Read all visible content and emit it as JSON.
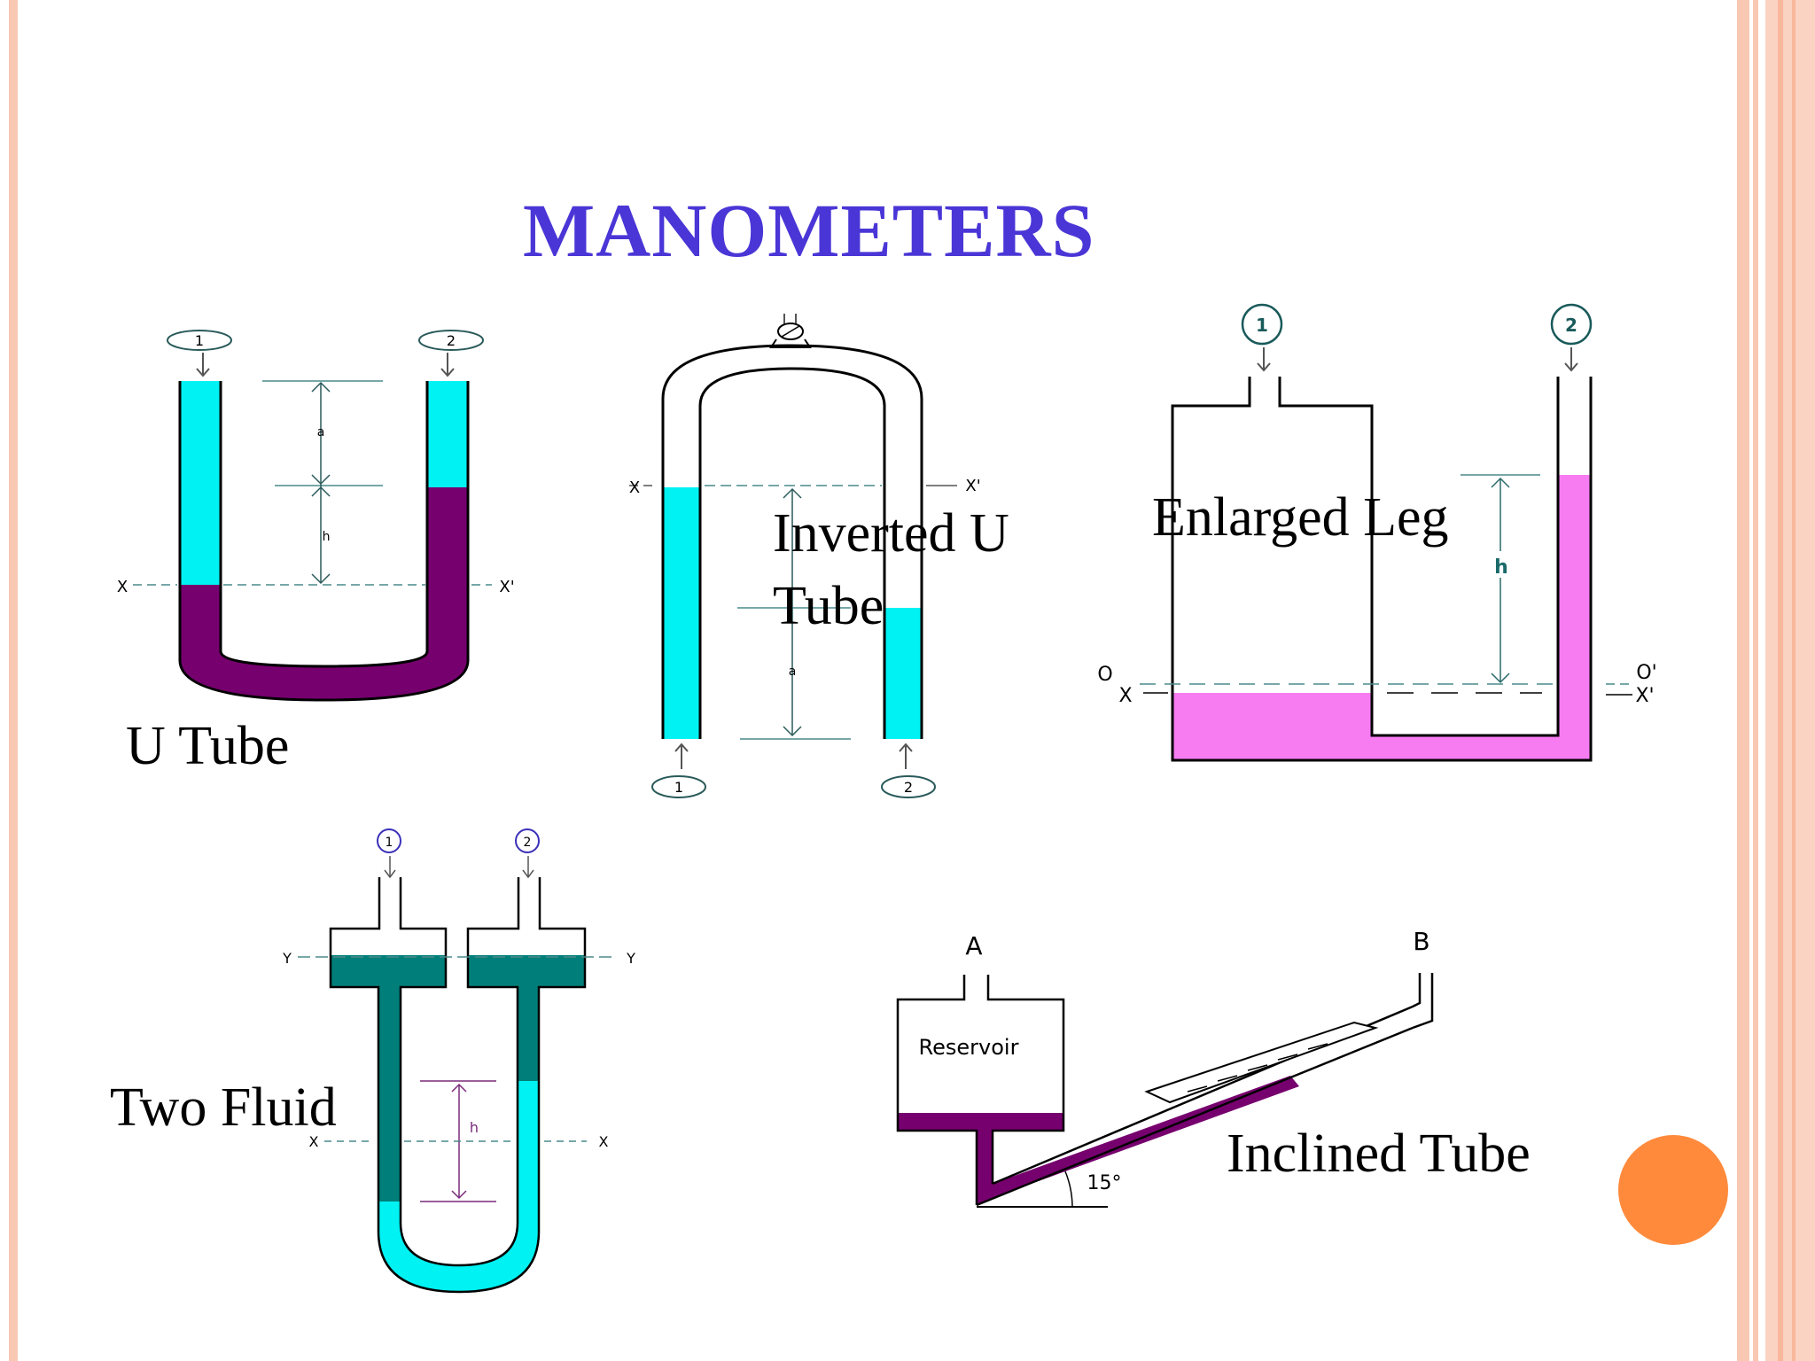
{
  "title": "MANOMETERS",
  "labels": {
    "u_tube": "U Tube",
    "inverted_line1": "Inverted  U",
    "inverted_line2": "Tube",
    "enlarged_leg": "Enlarged Leg",
    "two_fluid": "Two Fluid",
    "inclined_tube": "Inclined Tube"
  },
  "diagram_text": {
    "tap1": "1",
    "tap2": "2",
    "a": "a",
    "h": "h",
    "x": "X",
    "x_prime": "X'",
    "o": "O",
    "o_prime": "O'",
    "y": "Y",
    "point_a": "A",
    "point_b": "B",
    "reservoir": "Reservoir",
    "angle": "15°"
  },
  "colors": {
    "title": "#4a36d6",
    "cyan_fluid": "#00f2f2",
    "purple_fluid": "#76006e",
    "pink_fluid": "#f77cf2",
    "teal_fluid": "#007f7a",
    "frame_light": "#fbd3c2",
    "frame_medium": "#f7b89c",
    "orange_dot": "#ff8a3c"
  }
}
